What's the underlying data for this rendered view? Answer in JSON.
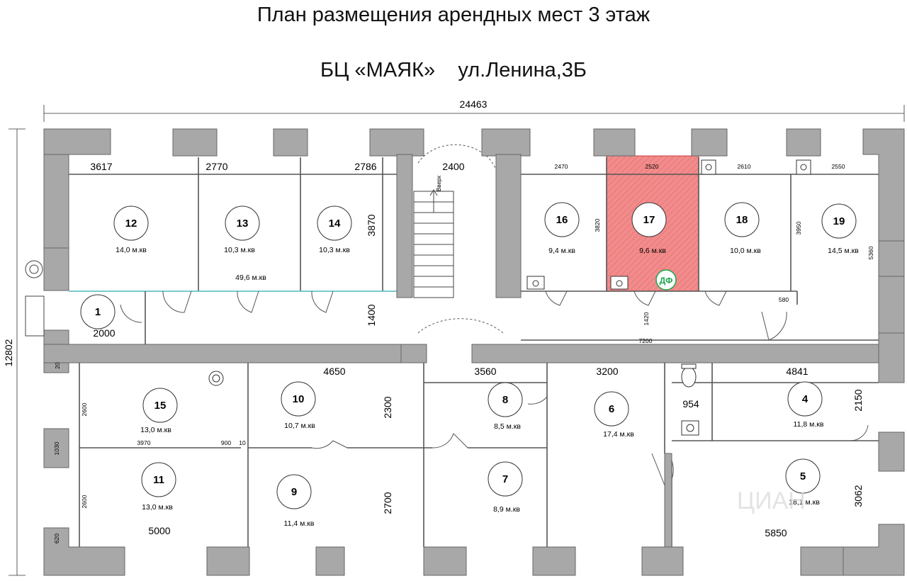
{
  "header": {
    "title": "План размещения арендных мест 3 этаж",
    "subtitle": "БЦ «МАЯК»    ул.Ленина,3Б"
  },
  "overall": {
    "width": "24463",
    "height": "12802"
  },
  "rooms": [
    {
      "num": "12",
      "area": "14,0 м.кв"
    },
    {
      "num": "13",
      "area": "10,3 м.кв"
    },
    {
      "num": "14",
      "area": "10,3 м.кв"
    },
    {
      "num": "16",
      "area": "9,4 м.кв"
    },
    {
      "num": "17",
      "area": "9,6 м.кв"
    },
    {
      "num": "18",
      "area": "10,0 м.кв"
    },
    {
      "num": "19",
      "area": "14,5 м.кв"
    },
    {
      "num": "1",
      "area": ""
    },
    {
      "num": "15",
      "area": "13,0 м.кв"
    },
    {
      "num": "10",
      "area": "10,7 м.кв"
    },
    {
      "num": "8",
      "area": "8,5 м.кв"
    },
    {
      "num": "6",
      "area": "17,4 м.кв"
    },
    {
      "num": "4",
      "area": "11,8 м.кв"
    },
    {
      "num": "11",
      "area": "13,0 м.кв"
    },
    {
      "num": "9",
      "area": "11,4 м.кв"
    },
    {
      "num": "7",
      "area": "8,9 м.кв"
    },
    {
      "num": "5",
      "area": "18,1 м.кв"
    }
  ],
  "total_area": "49,6 м.кв",
  "dims": {
    "d3617": "3617",
    "d2770": "2770",
    "d2786": "2786",
    "d2400": "2400",
    "d2470": "2470",
    "d2520": "2520",
    "d2610": "2610",
    "d2550": "2550",
    "d3870": "3870",
    "d1400": "1400",
    "d2000": "2000",
    "d3820": "3820",
    "d3950": "3950",
    "d5360": "5360",
    "d1420": "1420",
    "d580": "580",
    "d7200": "7200",
    "d4650": "4650",
    "d3560": "3560",
    "d3200": "3200",
    "d4841": "4841",
    "d2300": "2300",
    "d954": "954",
    "d2150": "2150",
    "d2600a": "2600",
    "d3970": "3970",
    "d900": "900",
    "d10": "10",
    "d1030": "1030",
    "d2600b": "2600",
    "d2700": "2700",
    "d5000": "5000",
    "d5850": "5850",
    "d3062": "3062",
    "d620": "620",
    "d20": "20"
  },
  "labels": {
    "stairs": "Вверх",
    "badge": "ДФ",
    "watermark": "ЦИАН"
  },
  "colors": {
    "highlight": "#f08080",
    "wall": "#a8a8a8",
    "badge": "#1aa64b"
  }
}
